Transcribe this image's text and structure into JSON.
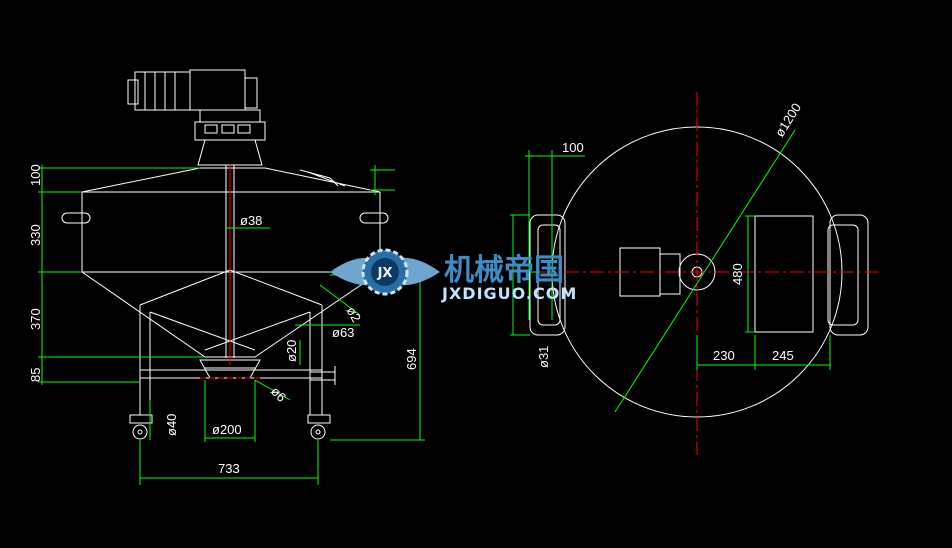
{
  "colors": {
    "background": "#000000",
    "outline": "#ffffff",
    "dimension": "#00ff00",
    "centerline": "#ff0000",
    "watermark": "#3d8cc8"
  },
  "front_view": {
    "dims": {
      "h_top": "100",
      "h_cylinder": "330",
      "h_cone": "370",
      "h_leg": "85",
      "shaft_dia": "ø38",
      "outlet_dia": "ø63",
      "small_dia": "ø20",
      "wheel_dia": "ø40",
      "bottom_dia": "ø200",
      "cone_angle_a": "ø6",
      "cone_angle_b": "ø2",
      "total_height": "694",
      "total_width": "733"
    }
  },
  "top_view": {
    "dims": {
      "outer_dia": "ø1200",
      "offset_top": "100",
      "shaft_dia": "ø31",
      "box_height": "480",
      "offset_230": "230",
      "offset_245": "245"
    }
  },
  "watermark": {
    "title": "机械帝国",
    "subtitle": "JXDIGUO.COM",
    "logo_letters": "JX"
  }
}
